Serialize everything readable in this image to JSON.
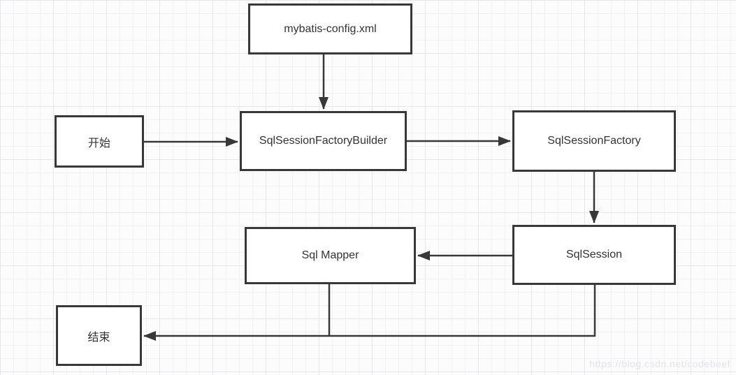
{
  "diagram": {
    "nodes": {
      "config": {
        "label": "mybatis-config.xml"
      },
      "start": {
        "label": "开始"
      },
      "builder": {
        "label": "SqlSessionFactoryBuilder"
      },
      "factory": {
        "label": "SqlSessionFactory"
      },
      "session": {
        "label": "SqlSession"
      },
      "mapper": {
        "label": "Sql Mapper"
      },
      "end": {
        "label": "结束"
      }
    },
    "edges": [
      {
        "from": "config",
        "to": "builder"
      },
      {
        "from": "start",
        "to": "builder"
      },
      {
        "from": "builder",
        "to": "factory"
      },
      {
        "from": "factory",
        "to": "session"
      },
      {
        "from": "session",
        "to": "mapper"
      },
      {
        "from": "mapper",
        "to": "end"
      },
      {
        "from": "session",
        "to": "end"
      }
    ],
    "watermark": "https://blog.csdn.net/codebeef",
    "colors": {
      "node_border": "#383838",
      "node_fill": "#ffffff",
      "text": "#333333",
      "arrow": "#383838",
      "grid_minor": "#f1f1f4",
      "grid_major": "#e6e6ea",
      "background": "#fcfcfd",
      "watermark": "#e2e2e7"
    }
  }
}
